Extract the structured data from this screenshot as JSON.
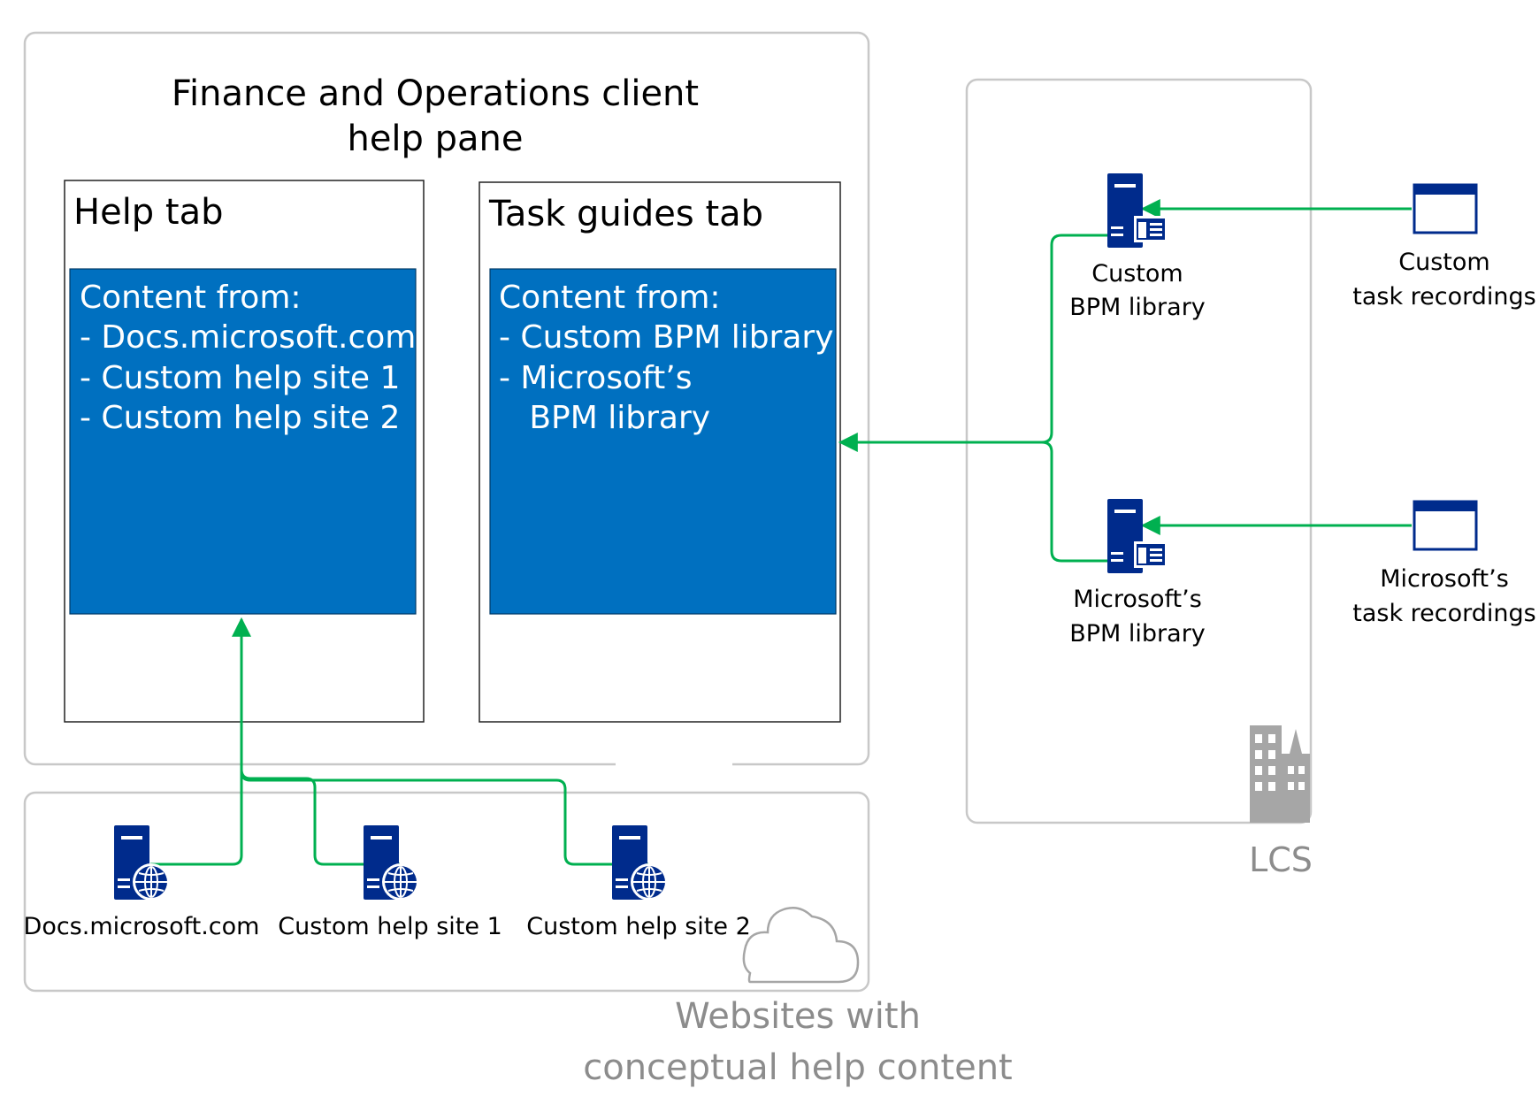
{
  "help_pane": {
    "title_line1": "Finance and Operations client",
    "title_line2": "help pane",
    "help_tab": {
      "title": "Help tab",
      "content_lines": [
        "Content from:",
        "- Docs.microsoft.com",
        "- Custom help site 1",
        "- Custom help site 2"
      ]
    },
    "task_guides_tab": {
      "title": "Task guides tab",
      "content_lines": [
        "Content from:",
        "- Custom BPM library",
        "- Microsoft’s",
        "   BPM library"
      ]
    }
  },
  "websites": {
    "label_line1": "Websites with",
    "label_line2": "conceptual help content",
    "sites": [
      {
        "label": "Docs.microsoft.com",
        "icon": "web-server-icon"
      },
      {
        "label": "Custom help site 1",
        "icon": "web-server-icon"
      },
      {
        "label": "Custom help site 2",
        "icon": "web-server-icon"
      }
    ],
    "cloud_icon": "cloud-icon"
  },
  "lcs": {
    "label": "LCS",
    "building_icon": "building-icon",
    "libraries": [
      {
        "label_line1": "Custom",
        "label_line2": "BPM library",
        "icon": "library-server-icon"
      },
      {
        "label_line1": "Microsoft’s",
        "label_line2": "BPM library",
        "icon": "library-server-icon"
      }
    ]
  },
  "recordings": [
    {
      "label_line1": "Custom",
      "label_line2": "task recordings",
      "icon": "window-icon"
    },
    {
      "label_line1": "Microsoft’s",
      "label_line2": "task recordings",
      "icon": "window-icon"
    }
  ],
  "colors": {
    "content_box": "#0070c0",
    "connector": "#00b050",
    "server": "#002b8c",
    "region_border": "#c8c8c8",
    "muted_label": "#8c8c8c"
  }
}
